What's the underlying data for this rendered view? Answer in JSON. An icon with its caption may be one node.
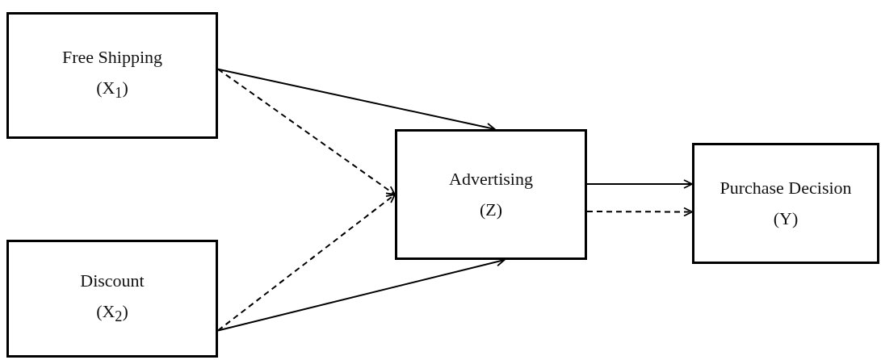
{
  "diagram": {
    "nodes": [
      {
        "text": [
          "Free Shipping (X$_{1}$)"
        ]
      },
      {
        "text": [
          "Discount (X$_{2}$)"
        ]
      },
      {
        "text": [
          "Advertising (Z)"
        ]
      },
      {
        "text": [
          "Purchase Decision (Y)"
        ]
      }
    ],
    "edges": [
      {
        "from": 0,
        "to": 2,
        "arrow": "to"
      },
      {
        "from": 0,
        "to": 2,
        "arrow": "to",
        "style": "dashed"
      },
      {
        "from": 1,
        "to": 2,
        "arrow": "to",
        "style": "dashed"
      },
      {
        "from": 1,
        "to": 2,
        "arrow": "to"
      },
      {
        "from": 2,
        "to": 3,
        "arrow": "to"
      },
      {
        "from": 2,
        "to": 3,
        "arrow": "to",
        "style": "dashed"
      }
    ]
  }
}
